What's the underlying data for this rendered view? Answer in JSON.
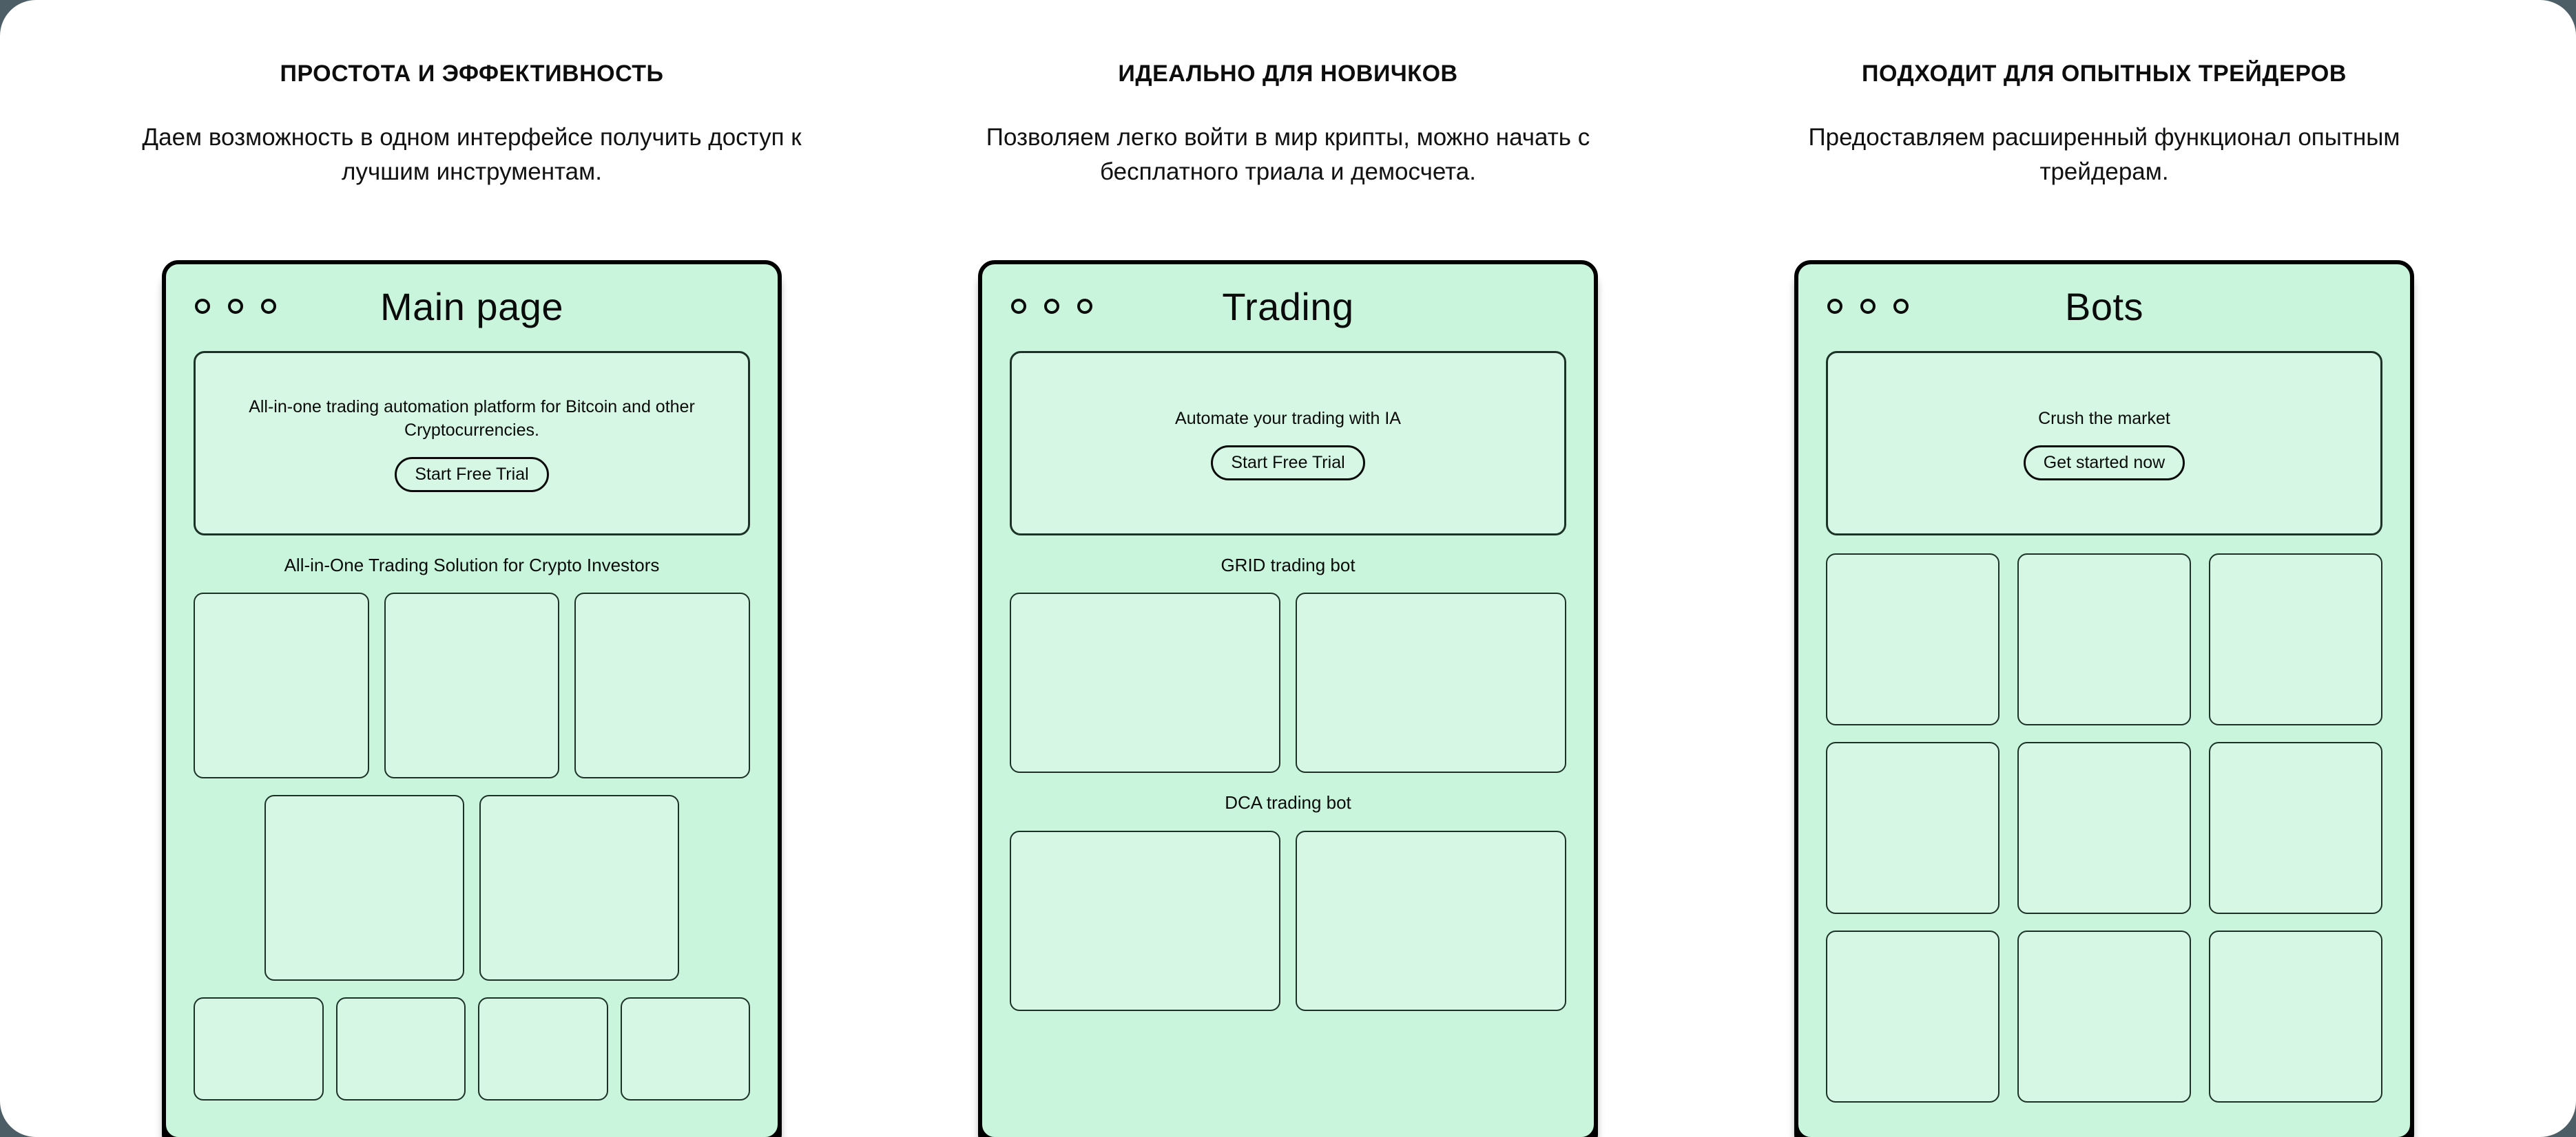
{
  "theme": {
    "page_background": "#4d5e67",
    "canvas_background": "#ffffff",
    "frame_fill": "#c8f5db",
    "panel_fill": "#d5f7e3",
    "stroke": "#0b0b0b",
    "panel_stroke": "#1d3226"
  },
  "columns": [
    {
      "title": "ПРОСТОТА И ЭФФЕКТИВНОСТЬ",
      "subtitle": "Даем возможность в одном интерфейсе получить доступ к лучшим инструментам.",
      "mockup": {
        "window_title": "Main page",
        "dots_count": 3,
        "hero": {
          "text": "All-in-one trading automation platform for Bitcoin and other Cryptocurrencies.",
          "cta_label": "Start Free Trial"
        },
        "section_label": "All-in-One Trading Solution for Crypto Investors",
        "rows": {
          "three_up": 3,
          "two_up": 2,
          "four_up": 4
        }
      }
    },
    {
      "title": "ИДЕАЛЬНО ДЛЯ НОВИЧКОВ",
      "subtitle": "Позволяем легко войти в мир крипты, можно начать с бесплатного триала и демосчета.",
      "mockup": {
        "window_title": "Trading",
        "dots_count": 3,
        "hero": {
          "text": "Automate your trading with IA",
          "cta_label": "Start Free Trial"
        },
        "section_label_grid": "GRID trading bot",
        "section_label_dca": "DCA trading bot",
        "rows": {
          "grid_pair": 2,
          "dca_pair": 2
        }
      }
    },
    {
      "title": "ПОДХОДИТ ДЛЯ ОПЫТНЫХ ТРЕЙДЕРОВ",
      "subtitle": "Предоставляем расширенный функционал опытным трейдерам.",
      "mockup": {
        "window_title": "Bots",
        "dots_count": 3,
        "hero": {
          "text": "Crush the market",
          "cta_label": "Get started now"
        },
        "grid": {
          "columns": 3,
          "rows": 3,
          "cells": 9
        }
      }
    }
  ]
}
